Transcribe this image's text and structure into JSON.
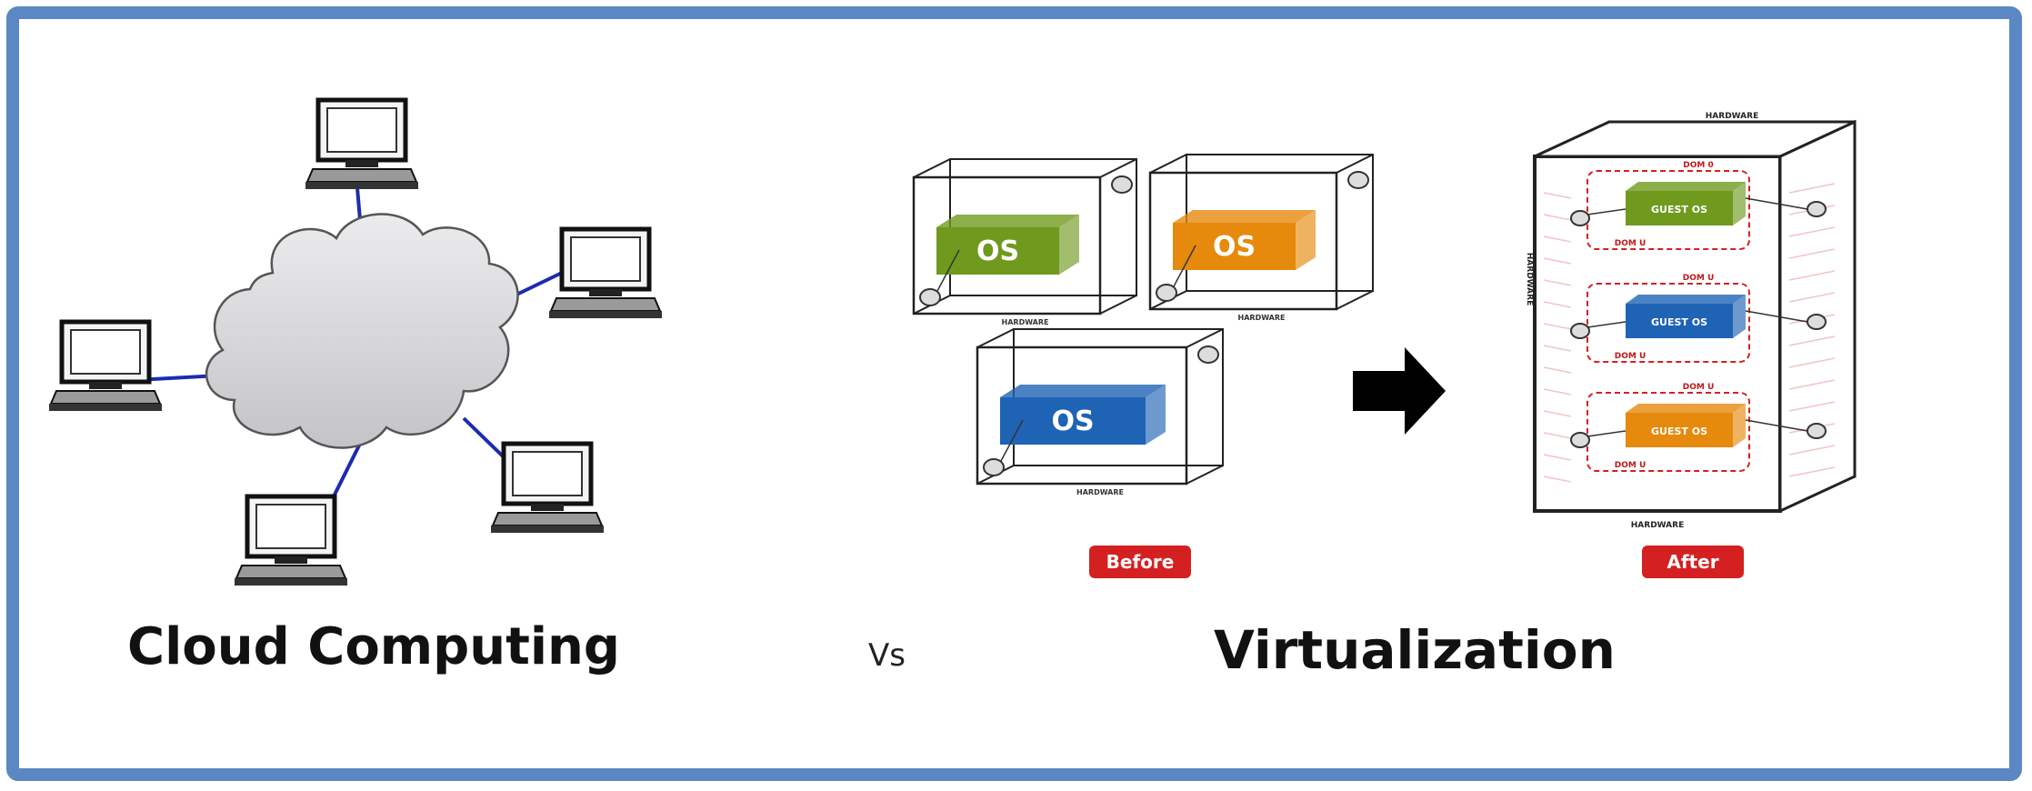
{
  "left_panel": {
    "title": "Cloud Computing",
    "computer_count": 5
  },
  "separator": {
    "label": "Vs"
  },
  "right_panel": {
    "title": "Virtualization",
    "before": {
      "badge": "Before",
      "boxes": [
        {
          "os_label": "OS",
          "color": "#6f9a1e",
          "hardware_label": "HARDWARE"
        },
        {
          "os_label": "OS",
          "color": "#e58a0c",
          "hardware_label": "HARDWARE"
        },
        {
          "os_label": "OS",
          "color": "#1f63b5",
          "hardware_label": "HARDWARE"
        }
      ]
    },
    "after": {
      "badge": "After",
      "hardware_label": "HARDWARE",
      "guests": [
        {
          "label": "GUEST OS",
          "color": "#6f9a1e",
          "dom_top": "DOM 0",
          "dom_bottom": "DOM U"
        },
        {
          "label": "GUEST OS",
          "color": "#1f63b5",
          "dom_top": "DOM U",
          "dom_bottom": "DOM U"
        },
        {
          "label": "GUEST OS",
          "color": "#e58a0c",
          "dom_top": "DOM U",
          "dom_bottom": "DOM U"
        }
      ]
    }
  },
  "colors": {
    "frame": "#5b88c4",
    "badge": "#d42020",
    "cloud_fill": "#d6d6d8",
    "network_line": "#1c2bb0",
    "arrow": "#000000"
  }
}
